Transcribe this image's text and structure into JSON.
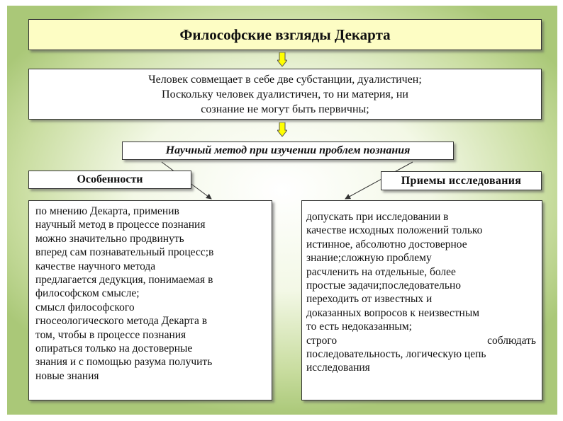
{
  "title": "Философские взгляды  Декарта",
  "thesis": {
    "lines": [
      "Человек совмещает в себе две субстанции, дуалистичен;",
      "Поскольку человек дуалистичен, то ни материя, ни",
      "сознание  не могут быть первичны;"
    ]
  },
  "method": "Научный метод при изучении проблем познания",
  "features": {
    "heading": "Особенности",
    "lines": [
      "по мнению Декарта, применив",
      "научный метод в процессе познания",
      "можно значительно продвинуть",
      "вперед сам познавательный процесс;в",
      "качестве научного метода",
      "предлагается дедукция, понимаемая в",
      "философском смысле;",
      "смысл философского",
      "гносеологического метода Декарта в",
      "том, чтобы в процессе познания",
      "опираться только на достоверные",
      "знания и с помощью разума получить",
      "новые знания"
    ]
  },
  "techniques": {
    "heading": "Приемы исследования",
    "lines": [
      "допускать при исследовании в",
      "качестве исходных положений только",
      "истинное, абсолютно достоверное",
      "знание;сложную проблему",
      "расчленить на отдельные, более",
      "простые задачи;последовательно",
      "переходить от известных и",
      "доказанных  вопросов к неизвестным",
      "то есть  недоказанным;"
    ],
    "justified_line": [
      "строго",
      "соблюдать"
    ],
    "tail_lines": [
      "последовательность, логическую цепь",
      "исследования"
    ]
  },
  "colors": {
    "title_fill": "#fdfdc4",
    "arrow_fill": "#ffff00",
    "background_edge": "#aac878"
  }
}
